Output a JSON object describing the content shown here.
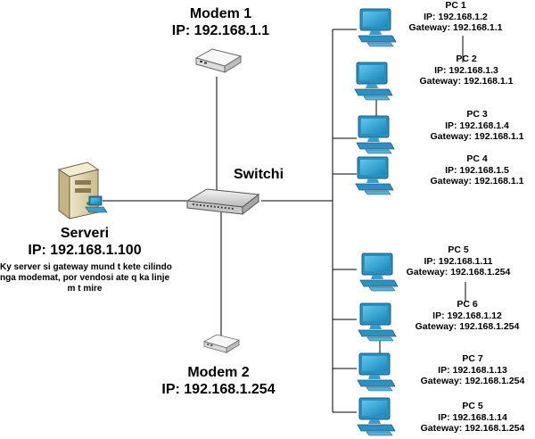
{
  "modem1": {
    "name": "Modem 1",
    "ip": "IP: 192.168.1.1"
  },
  "modem2": {
    "name": "Modem 2",
    "ip": "IP: 192.168.1.254"
  },
  "switch": {
    "name": "Switchi"
  },
  "server": {
    "name": "Serveri",
    "ip": "IP: 192.168.1.100",
    "note": [
      "Ky server si gateway mund t kete cilindo",
      "nga modemat, por vendosi ate q ka linje",
      "m t mire"
    ]
  },
  "pcs": [
    {
      "name": "PC 1",
      "ip": "IP: 192.168.1.2",
      "gateway": "Gateway: 192.168.1.1"
    },
    {
      "name": "PC 2",
      "ip": "IP: 192.168.1.3",
      "gateway": "Gateway: 192.168.1.1"
    },
    {
      "name": "PC 3",
      "ip": "IP: 192.168.1.4",
      "gateway": "Gateway: 192.168.1.1"
    },
    {
      "name": "PC 4",
      "ip": "IP: 192.168.1.5",
      "gateway": "Gateway: 192.168.1.1"
    },
    {
      "name": "PC 5",
      "ip": "IP: 192.168.1.11",
      "gateway": "Gateway: 192.168.1.254"
    },
    {
      "name": "PC 6",
      "ip": "IP: 192.168.1.12",
      "gateway": "Gateway: 192.168.1.254"
    },
    {
      "name": "PC 7",
      "ip": "IP: 192.168.1.13",
      "gateway": "Gateway: 192.168.1.254"
    },
    {
      "name": "PC 5",
      "ip": "IP: 192.168.1.14",
      "gateway": "Gateway: 192.168.1.254"
    }
  ],
  "colors": {
    "line": "#000000",
    "device": "#1e7fa8",
    "device_dark": "#0f4f6a"
  }
}
